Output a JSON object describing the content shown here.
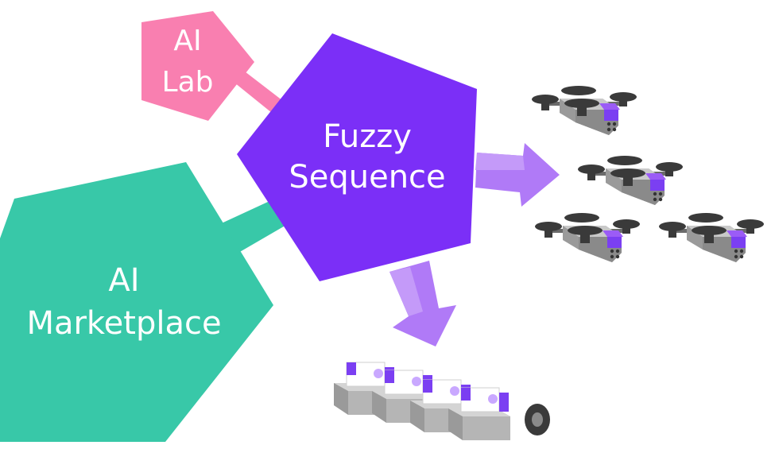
{
  "nodes": {
    "ai_lab": {
      "line1": "AI",
      "line2": "Lab"
    },
    "fuzzy_sequence": {
      "line1": "Fuzzy",
      "line2": "Sequence"
    },
    "ai_marketplace": {
      "line1": "AI",
      "line2": "Marketplace"
    }
  },
  "colors": {
    "lab": "#f97fb0",
    "fuzzy": "#7b2ff7",
    "marketplace": "#38c8a8",
    "arrow": "#b07af7"
  },
  "robots": {
    "drones": [
      "drone",
      "drone",
      "drone",
      "drone"
    ],
    "ground_robots": [
      "ground-robot",
      "ground-robot",
      "ground-robot",
      "ground-robot"
    ]
  }
}
